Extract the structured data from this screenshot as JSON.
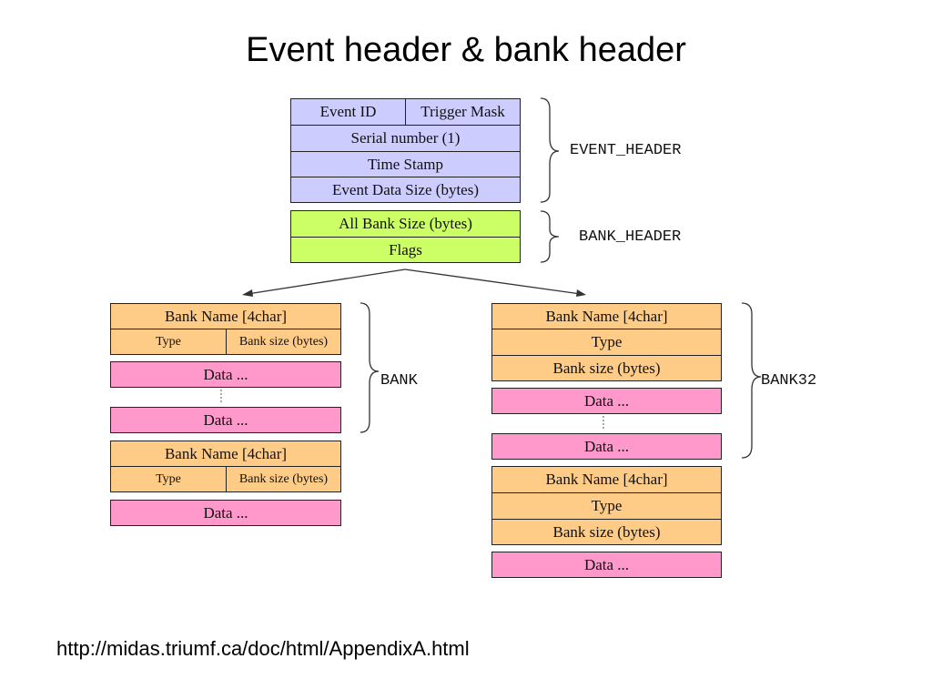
{
  "title": "Event header & bank header",
  "url": "http://midas.triumf.ca/doc/html/AppendixA.html",
  "event_header": {
    "label": "EVENT_HEADER",
    "event_id": "Event ID",
    "trigger_mask": "Trigger Mask",
    "serial_number": "Serial number (1)",
    "time_stamp": "Time Stamp",
    "data_size": "Event Data Size (bytes)"
  },
  "bank_header": {
    "label": "BANK_HEADER",
    "all_bank_size": "All Bank Size (bytes)",
    "flags": "Flags"
  },
  "bank": {
    "label": "BANK",
    "name": "Bank Name [4char]",
    "type": "Type",
    "size": "Bank size (bytes)",
    "data": "Data ..."
  },
  "bank32": {
    "label": "BANK32",
    "name": "Bank Name [4char]",
    "type": "Type",
    "size": "Bank size (bytes)",
    "data": "Data ..."
  },
  "colors": {
    "event_header": "#ccccff",
    "bank_header": "#ccff66",
    "bank_fields": "#ffcc88",
    "bank_data": "#ff99cc"
  }
}
